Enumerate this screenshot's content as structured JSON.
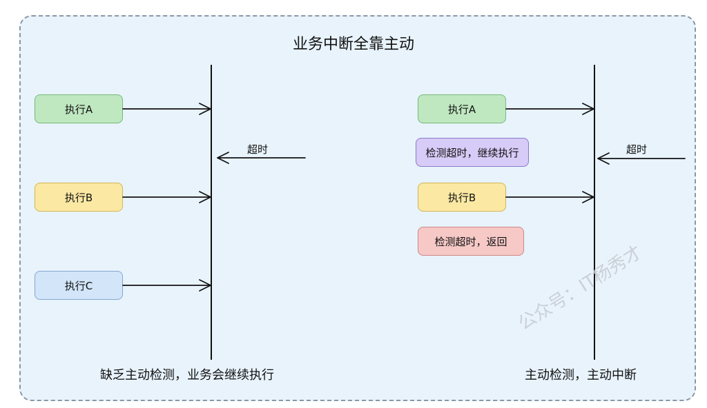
{
  "title": "业务中断全靠主动",
  "left": {
    "boxes": [
      "执行A",
      "执行B",
      "执行C"
    ],
    "timeout_label": "超时",
    "caption": "缺乏主动检测，业务会继续执行"
  },
  "right": {
    "box_exec_a": "执行A",
    "box_check_continue": "检测超时，继续执行",
    "box_exec_b": "执行B",
    "box_check_return": "检测超时，返回",
    "timeout_label": "超时",
    "caption": "主动检测，主动中断"
  },
  "watermark": "公众号：IT杨秀才",
  "colors": {
    "green": "#bfe8c0",
    "yellow": "#fbe8a3",
    "blue": "#d3e5f8",
    "purple": "#d7cbf7",
    "red": "#f6c9c7"
  }
}
